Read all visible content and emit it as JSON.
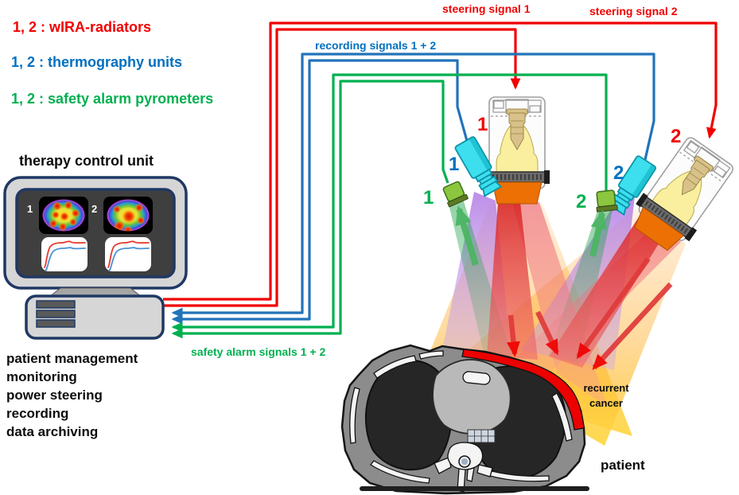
{
  "colors": {
    "red": "#f10000",
    "blue_text": "#0070c0",
    "blue_wire": "#2273b9",
    "green": "#00b050",
    "navy": "#1f3864",
    "frame_gray": "#d6d6d6",
    "screen_gray": "#3f3f3f",
    "slot_gray": "#595959",
    "stand_gray": "#a6a6a6",
    "body_gray": "#8c8c8c",
    "lung_dark": "#262626",
    "mediastinum_gray": "#b9b9b9",
    "bone_white": "#f4f4f4",
    "cancer_red": "#ec0000",
    "cyan": "#3ddfee",
    "cyan_dark": "#0d93a8",
    "pyro_green": "#8cc63f",
    "pyro_dark": "#41731f",
    "bell_yellow": "#f9ef9f",
    "lamp_tan": "#d8c289",
    "filter_orange": "#ec7004",
    "beam_red": "#e03a3a",
    "arrow_green": "#4cb564"
  },
  "legend": {
    "radiators": "1, 2 : wIRA-radiators",
    "thermography": "1, 2 : thermography units",
    "pyrometers": "1, 2 : safety alarm pyrometers"
  },
  "control_unit": {
    "title": "therapy control unit",
    "display1_label": "1",
    "display2_label": "2",
    "functions": [
      "patient management",
      "monitoring",
      "power steering",
      "recording",
      "data archiving"
    ]
  },
  "signals": {
    "steering1": "steering signal 1",
    "steering2": "steering signal 2",
    "recording": "recording signals 1 + 2",
    "safety": "safety alarm signals 1 + 2"
  },
  "devices": {
    "radiator1": "1",
    "radiator2": "2",
    "thermo1": "1",
    "thermo2": "2",
    "pyro1": "1",
    "pyro2": "2"
  },
  "patient": {
    "label": "patient",
    "cancer_line1": "recurrent",
    "cancer_line2": "cancer"
  }
}
